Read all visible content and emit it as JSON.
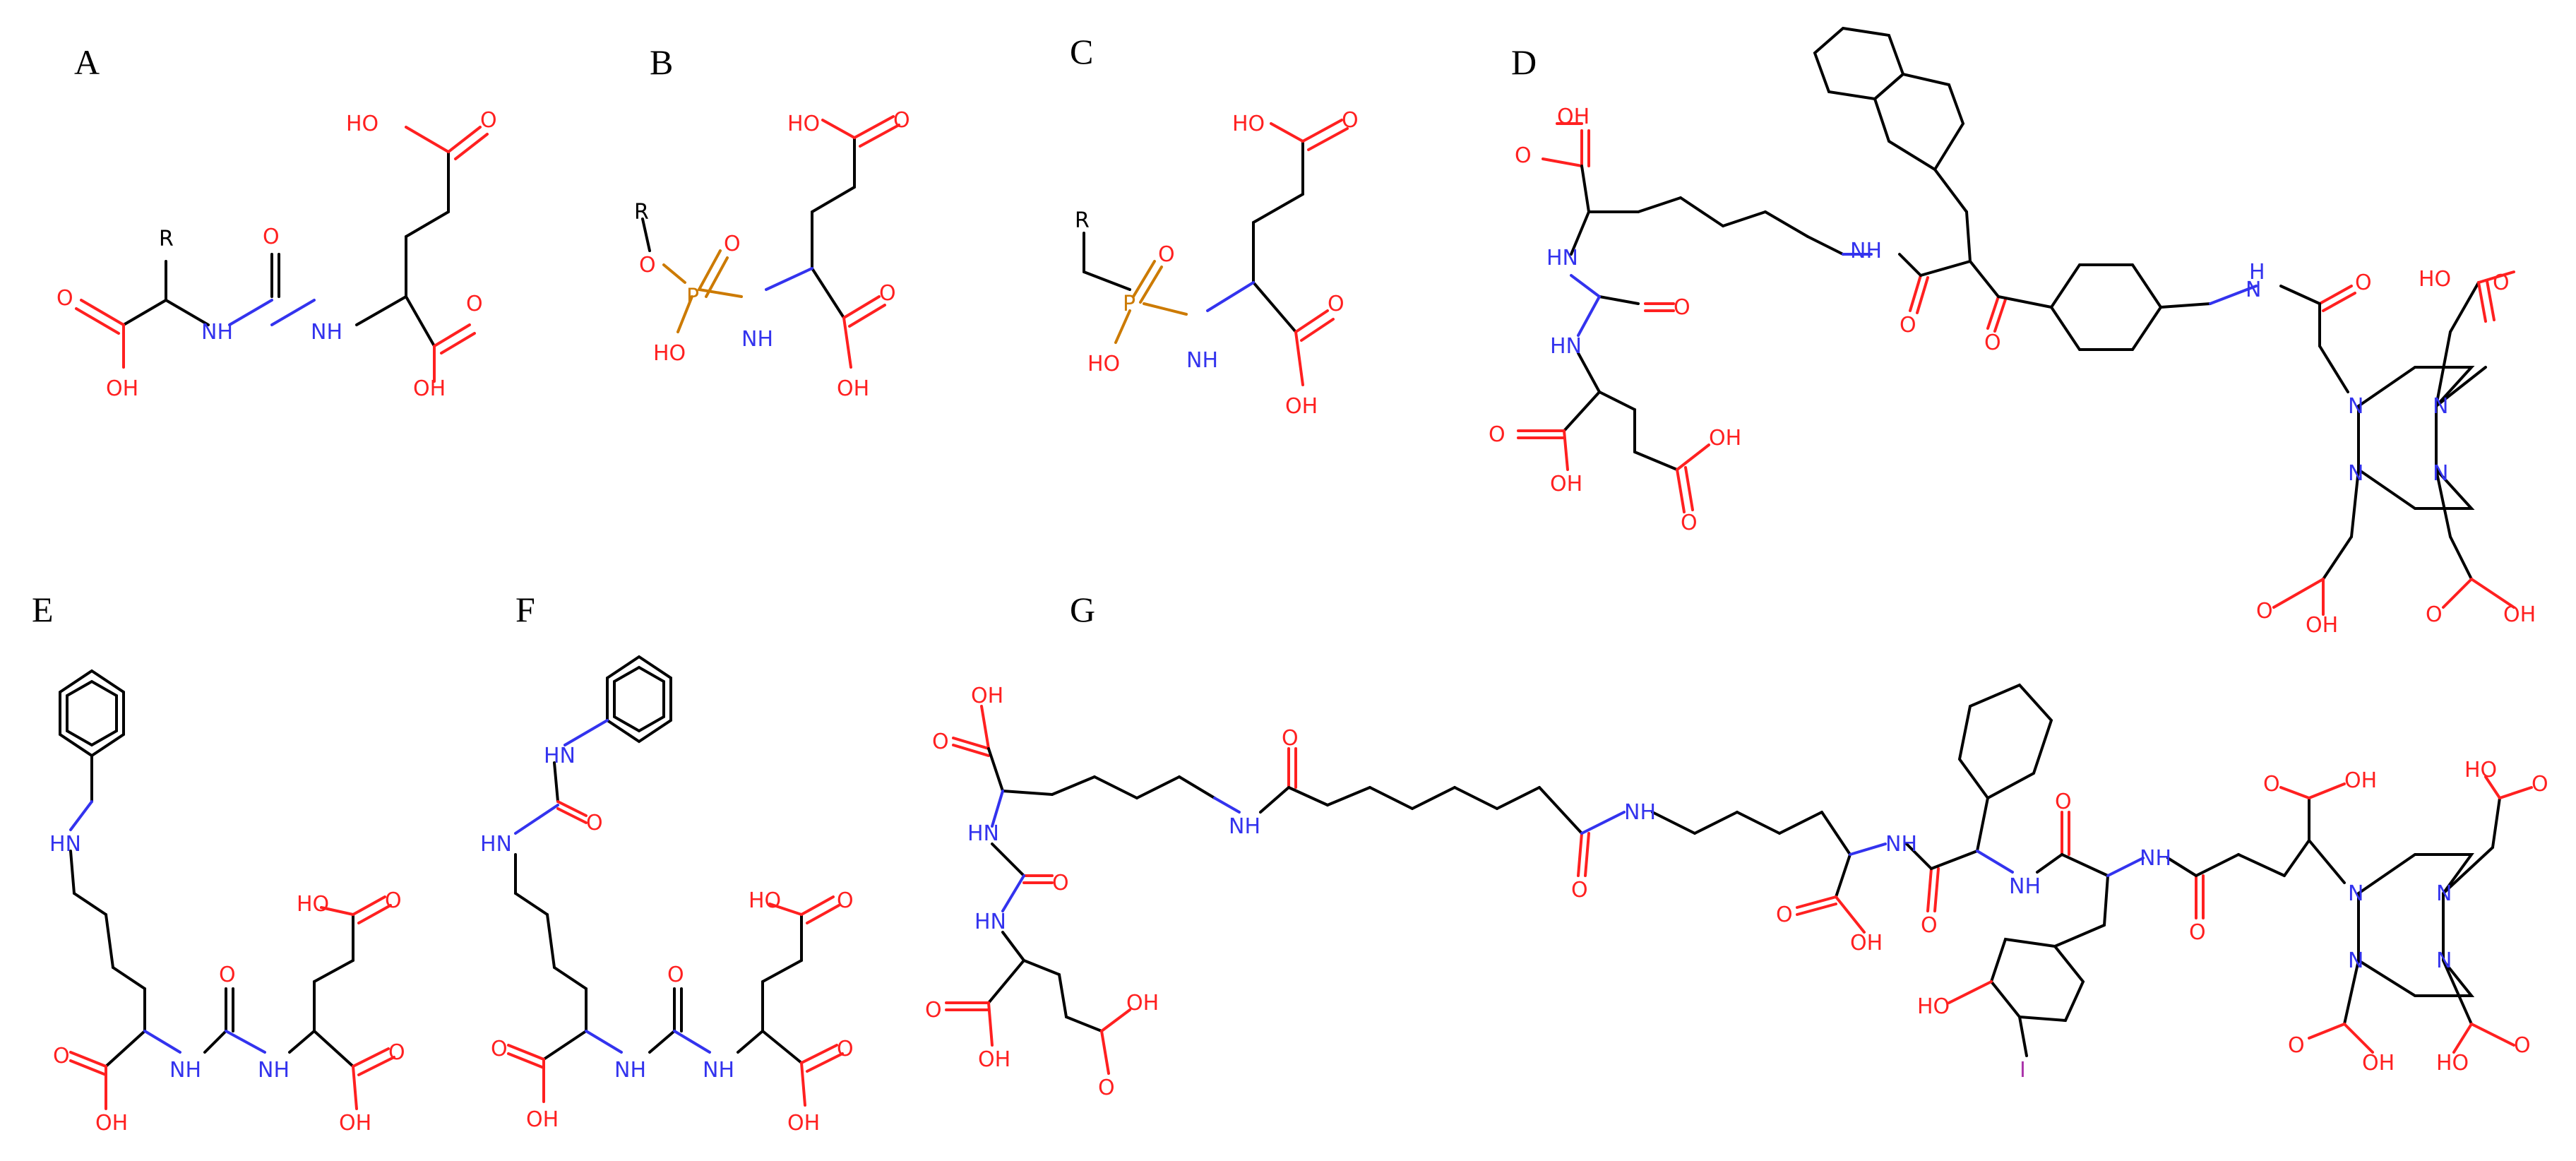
{
  "panels": {
    "A": {
      "label": "A",
      "r": "R"
    },
    "B": {
      "label": "B",
      "r": "R"
    },
    "C": {
      "label": "C",
      "r": "R"
    },
    "D": {
      "label": "D"
    },
    "E": {
      "label": "E"
    },
    "F": {
      "label": "F"
    },
    "G": {
      "label": "G"
    }
  },
  "atom_labels": {
    "oh": "OH",
    "ho": "HO",
    "o": "O",
    "nh": "NH",
    "hn": "HN",
    "n": "N",
    "h": "H",
    "p": "P",
    "i": "I"
  },
  "colors": {
    "oxygen": "#ff2020",
    "nitrogen": "#3333ee",
    "phosphorus": "#cc7a00",
    "iodine": "#aa33aa",
    "carbon": "#000000"
  }
}
